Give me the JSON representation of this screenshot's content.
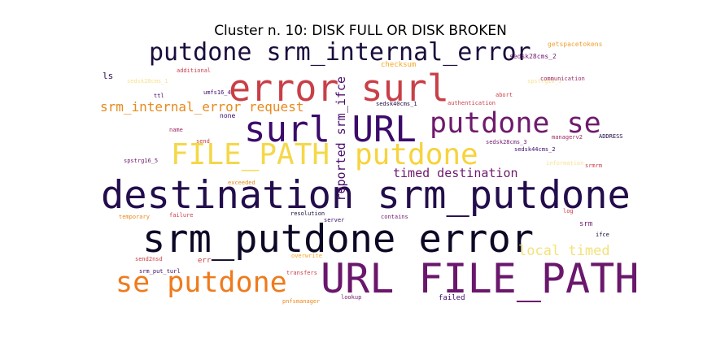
{
  "title": "Cluster n. 10: DISK FULL OR DISK BROKEN",
  "words": [
    {
      "text": "putdone srm_internal_error",
      "color": "#1a0c3c"
    },
    {
      "text": "error surl",
      "color": "#c93f47"
    },
    {
      "text": "surl URL",
      "color": "#3b0a6a"
    },
    {
      "text": "putdone se",
      "color": "#6f1a6d"
    },
    {
      "text": "FILE_PATH",
      "color": "#f4d848"
    },
    {
      "text": "putdone",
      "color": "#f7d33c"
    },
    {
      "text": "destination srm_putdone",
      "color": "#230d4c"
    },
    {
      "text": "srm_putdone error",
      "color": "#0c0826"
    },
    {
      "text": "URL FILE_PATH",
      "color": "#6a176c"
    },
    {
      "text": "se putdone",
      "color": "#ee7b1c"
    },
    {
      "text": "srm_internal_error request",
      "color": "#e8891b"
    },
    {
      "text": "reported srm_ifce",
      "color": "#4a0c6b"
    },
    {
      "text": "timed destination",
      "color": "#6f1a6d"
    },
    {
      "text": "local timed",
      "color": "#f3e27a"
    },
    {
      "text": "ls",
      "color": "#2a0b4f"
    },
    {
      "text": "checksum",
      "color": "#f5a623"
    },
    {
      "text": "getspacetokens",
      "color": "#f0a030"
    },
    {
      "text": "sedsk28cms_2",
      "color": "#6f1a6d"
    },
    {
      "text": "additional",
      "color": "#c93f47"
    },
    {
      "text": "sedsk28cms_1",
      "color": "#f8e28f"
    },
    {
      "text": "spstrg16_1",
      "color": "#f8e28f"
    },
    {
      "text": "communication",
      "color": "#9c2a63"
    },
    {
      "text": "umfs16_4",
      "color": "#3b0a6a"
    },
    {
      "text": "abort",
      "color": "#c93f47"
    },
    {
      "text": "ttl",
      "color": "#3b0a6a"
    },
    {
      "text": "sedsk40cms_1",
      "color": "#1a0c3c"
    },
    {
      "text": "authentication",
      "color": "#c93f47"
    },
    {
      "text": "none",
      "color": "#3b0a6a"
    },
    {
      "text": "name",
      "color": "#9c2a63"
    },
    {
      "text": "send",
      "color": "#c93f47"
    },
    {
      "text": "sedsk28cms_3",
      "color": "#6f1a6d"
    },
    {
      "text": "ADDRESS",
      "color": "#1a0c3c"
    },
    {
      "text": "managerv2",
      "color": "#9c2a63"
    },
    {
      "text": "sedsk44cms_2",
      "color": "#3b0a6a"
    },
    {
      "text": "spstrg16_5",
      "color": "#6f1a6d"
    },
    {
      "text": "information",
      "color": "#f8e28f"
    },
    {
      "text": "srmrm",
      "color": "#c93f47"
    },
    {
      "text": "exceeded",
      "color": "#e8891b"
    },
    {
      "text": "resolution",
      "color": "#1a0c3c"
    },
    {
      "text": "log",
      "color": "#c93f47"
    },
    {
      "text": "temporary",
      "color": "#e8891b"
    },
    {
      "text": "failure",
      "color": "#c93f47"
    },
    {
      "text": "server",
      "color": "#3b0a6a"
    },
    {
      "text": "contains",
      "color": "#6f1a6d"
    },
    {
      "text": "srm",
      "color": "#6f1a6d"
    },
    {
      "text": "ifce",
      "color": "#1a0c3c"
    },
    {
      "text": "send2nsd",
      "color": "#c93f47"
    },
    {
      "text": "err",
      "color": "#c93f47"
    },
    {
      "text": "overwrite",
      "color": "#f5a623"
    },
    {
      "text": "srm_put_turl",
      "color": "#3b0a6a"
    },
    {
      "text": "transfers",
      "color": "#c93f47"
    },
    {
      "text": "pnfsmanager",
      "color": "#e8891b"
    },
    {
      "text": "lookup",
      "color": "#6f1a6d"
    },
    {
      "text": "failed",
      "color": "#3b0a6a"
    }
  ]
}
